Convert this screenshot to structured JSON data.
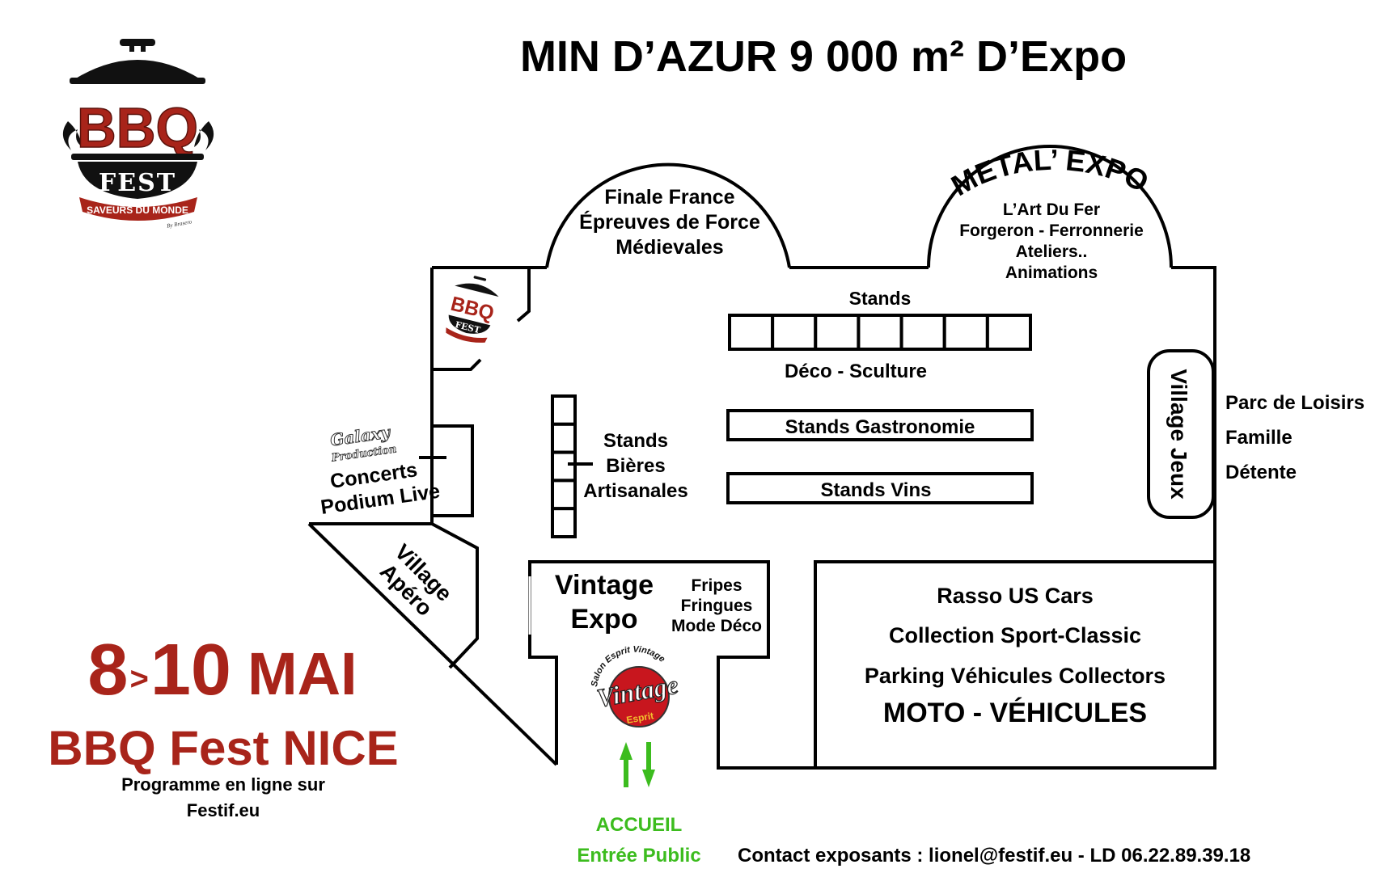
{
  "title": "MIN D’AZUR 9 000 m² D’Expo",
  "logo": {
    "name": "BBQ Fest",
    "line1": "BBQ",
    "line2": "FEST",
    "ribbon": "SAVEURS DU MONDE",
    "byline": "By Brasero",
    "colors": {
      "red": "#a8241a",
      "black": "#111111"
    }
  },
  "zones": {
    "medieval": {
      "lines": [
        "Finale France",
        "Épreuves de Force",
        "Médievales"
      ]
    },
    "metal_expo": {
      "heading": "METAL’ EXPO",
      "lines": [
        "L’Art Du Fer",
        "Forgeron - Ferronnerie",
        "Ateliers..",
        "Animations"
      ]
    },
    "deco_stands": {
      "top_label": "Stands",
      "bottom_label": "Déco - Sculture",
      "stand_count": 7
    },
    "gastronomie": {
      "label": "Stands Gastronomie"
    },
    "vins": {
      "label": "Stands Vins"
    },
    "bieres": {
      "lines": [
        "Stands",
        "Bières",
        "Artisanales"
      ],
      "stand_count": 5
    },
    "concerts": {
      "sponsor_line1": "Galaxy",
      "sponsor_line2": "Production",
      "lines": [
        "Concerts",
        "Podium Live"
      ]
    },
    "village_apero": {
      "lines": [
        "Village",
        "Apéro"
      ]
    },
    "vintage": {
      "title_lines": [
        "Vintage",
        "Expo"
      ],
      "side_lines": [
        "Fripes",
        "Fringues",
        "Mode Déco"
      ],
      "logo_top": "Salon Esprit Vintage",
      "logo_main": "Vintage",
      "logo_sub": "Esprit"
    },
    "village_jeux": {
      "label": "Village Jeux"
    },
    "parc": {
      "lines": [
        "Parc de Loisirs",
        "Famille",
        "Détente"
      ]
    },
    "vehicules": {
      "lines": [
        "Rasso US Cars",
        "Collection Sport-Classic",
        "Parking Véhicules Collectors"
      ],
      "headline": "MOTO - VÉHICULES"
    }
  },
  "entrance": {
    "line1": "ACCUEIL",
    "line2": "Entrée Public",
    "color": "#3cbc1e"
  },
  "event": {
    "dates": {
      "start": "8",
      "sep": ">",
      "end": "10",
      "month": "MAI"
    },
    "name": "BBQ Fest NICE",
    "program_line1": "Programme en ligne sur",
    "program_line2": "Festif.eu",
    "color": "#a8241a"
  },
  "contact": "Contact exposants : lionel@festif.eu - LD 06.22.89.39.18"
}
